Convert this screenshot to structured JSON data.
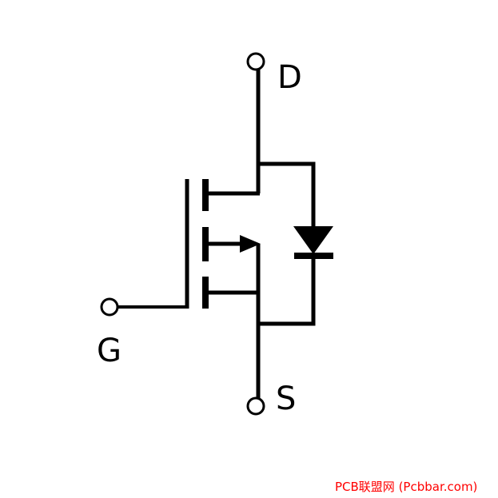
{
  "labels": {
    "drain": "D",
    "gate": "G",
    "source": "S"
  },
  "watermark": "PCB联盟网 (Pcbbar.com)",
  "colors": {
    "stroke": "#000000",
    "background": "#ffffff",
    "watermark": "#ff0000"
  }
}
